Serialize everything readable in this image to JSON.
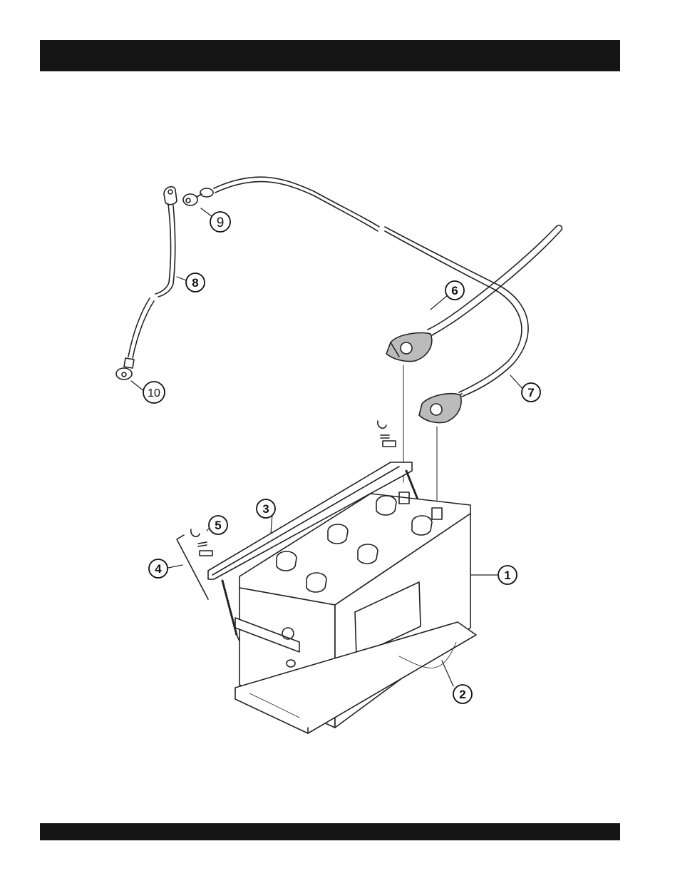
{
  "header": {
    "title": ""
  },
  "footer": {
    "text": ""
  },
  "callouts": {
    "c1": "1",
    "c2": "2",
    "c3": "3",
    "c4": "4",
    "c5": "5",
    "c6": "6",
    "c7": "7",
    "c8": "8",
    "c9": "9",
    "c10": "10"
  }
}
